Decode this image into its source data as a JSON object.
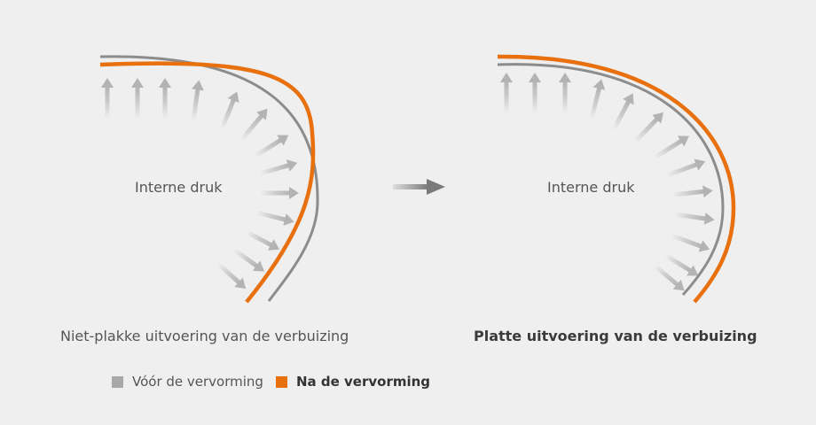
{
  "left_panel": {
    "center_label": "Interne druk",
    "caption": "Niet-plakke uitvoering van de verbuizing"
  },
  "right_panel": {
    "center_label": "Interne druk",
    "caption": "Platte uitvoering van de verbuizing"
  },
  "legend": {
    "before_label": "Vóór de vervorming",
    "after_label": "Na de vervorming"
  },
  "colors": {
    "background": "#efefef",
    "before": "#8c8c8c",
    "after": "#e8700f",
    "arrow": "#c6c6c6",
    "transition_arrow": "#7a7a7a"
  }
}
